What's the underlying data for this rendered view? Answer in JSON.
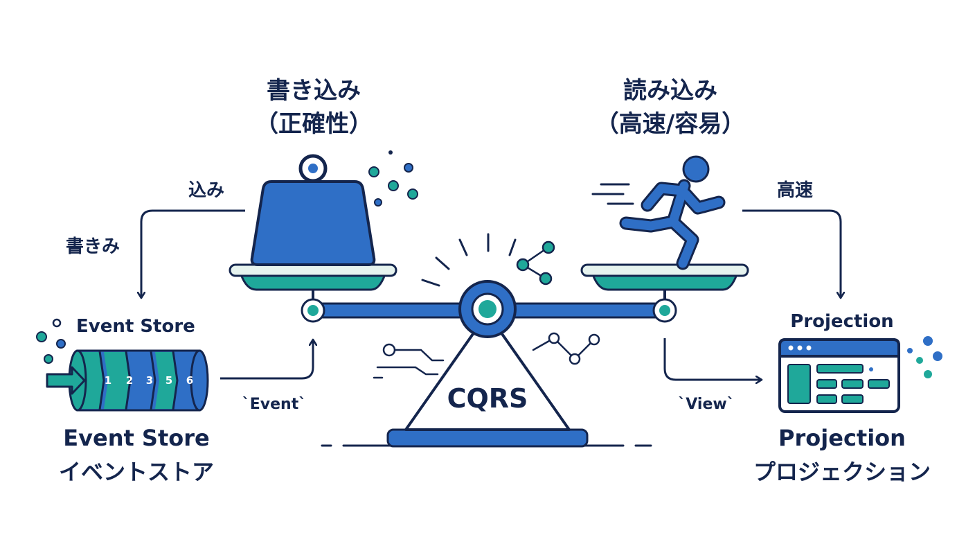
{
  "write": {
    "title": "書き込み",
    "subtitle": "（正確性）",
    "label_top": "込み",
    "label_side": "書きみ"
  },
  "read": {
    "title": "読み込み",
    "subtitle": "（高速/容易）",
    "label_top": "高速"
  },
  "center": {
    "label": "CQRS"
  },
  "event_store": {
    "heading": "Event Store",
    "name_en": "Event Store",
    "name_ja": "イベントストア",
    "events": [
      "1",
      "2",
      "3",
      "5",
      "6"
    ]
  },
  "projection": {
    "heading": "Projection",
    "name_en": "Projection",
    "name_ja": "プロジェクション"
  },
  "flows": {
    "event_label": "`Event`",
    "view_label": "`View`"
  },
  "colors": {
    "navy": "#14254d",
    "blue": "#2f6fc6",
    "teal": "#1fa89a",
    "tray": "#e6f3ef"
  }
}
